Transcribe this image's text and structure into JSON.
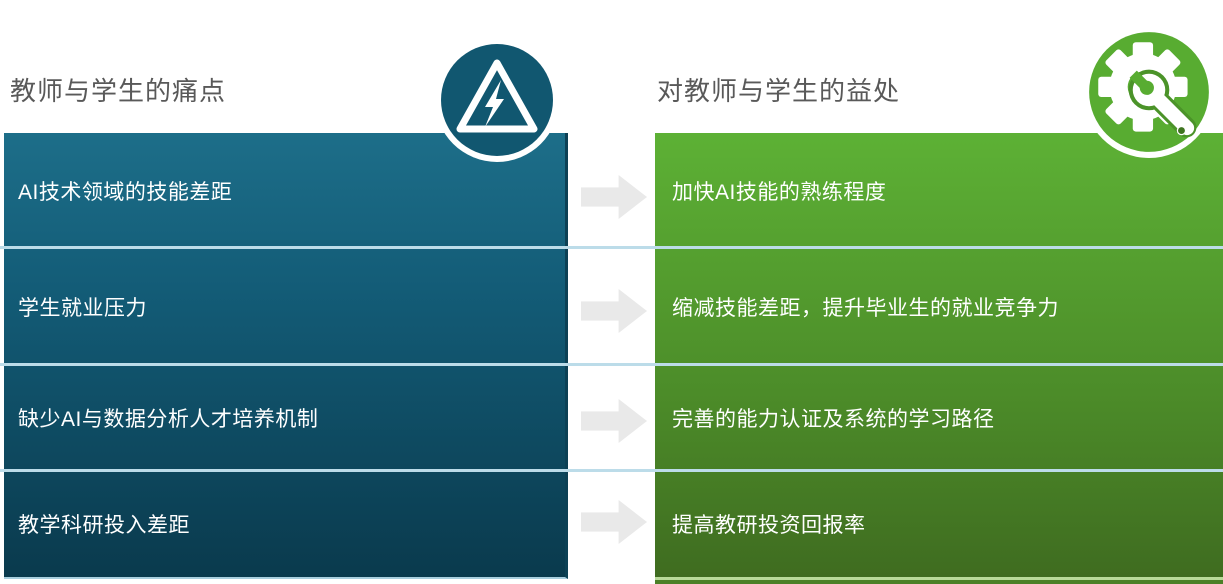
{
  "left_column": {
    "title": "教师与学生的痛点",
    "icon": "hazard-warning-icon",
    "items": [
      "AI技术领域的技能差距",
      "学生就业压力",
      "缺少AI与数据分析人才培养机制",
      "教学科研投入差距"
    ]
  },
  "right_column": {
    "title": "对教师与学生的益处",
    "icon": "gear-wrench-icon",
    "items": [
      "加快AI技能的熟练程度",
      "缩减技能差距，提升毕业生的就业竞争力",
      "完善的能力认证及系统的学习路径",
      "提高教研投资回报率"
    ]
  },
  "colors": {
    "pain_column_top": "#1d6e89",
    "pain_column_bottom": "#0a3a4d",
    "benefit_column_top": "#5db135",
    "benefit_column_bottom": "#3f6c20",
    "divider": "#bcdce9",
    "arrow": "#e9e9e9",
    "title_text": "#595959",
    "row_text": "#ffffff",
    "hazard_badge": "#115770",
    "gear_badge": "#58ac31"
  }
}
